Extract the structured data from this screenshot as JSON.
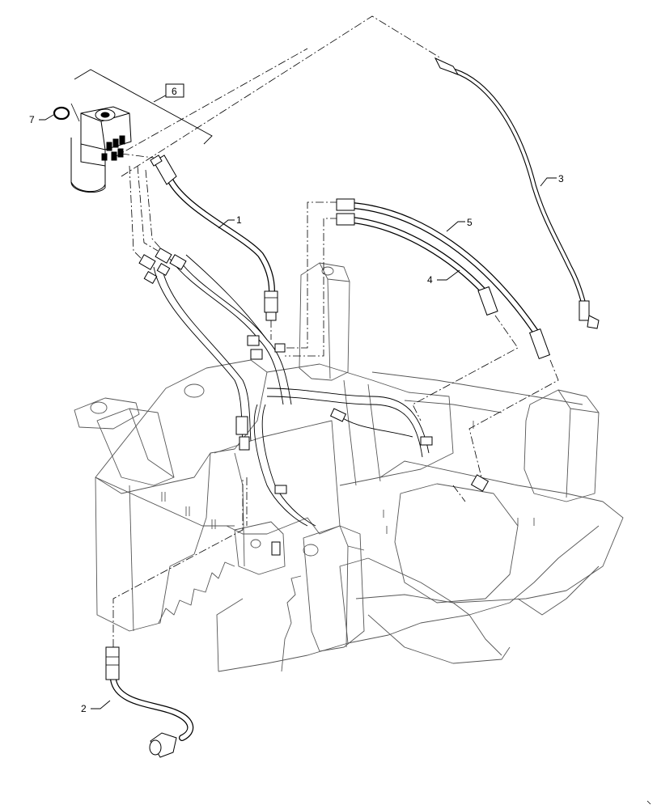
{
  "diagram": {
    "callouts": {
      "c1": "1",
      "c2": "2",
      "c3": "3",
      "c4": "4",
      "c5": "5",
      "c6": "6",
      "c7": "7"
    },
    "colors": {
      "line": "#000000",
      "frame": "#555555",
      "paper": "#ffffff"
    }
  }
}
